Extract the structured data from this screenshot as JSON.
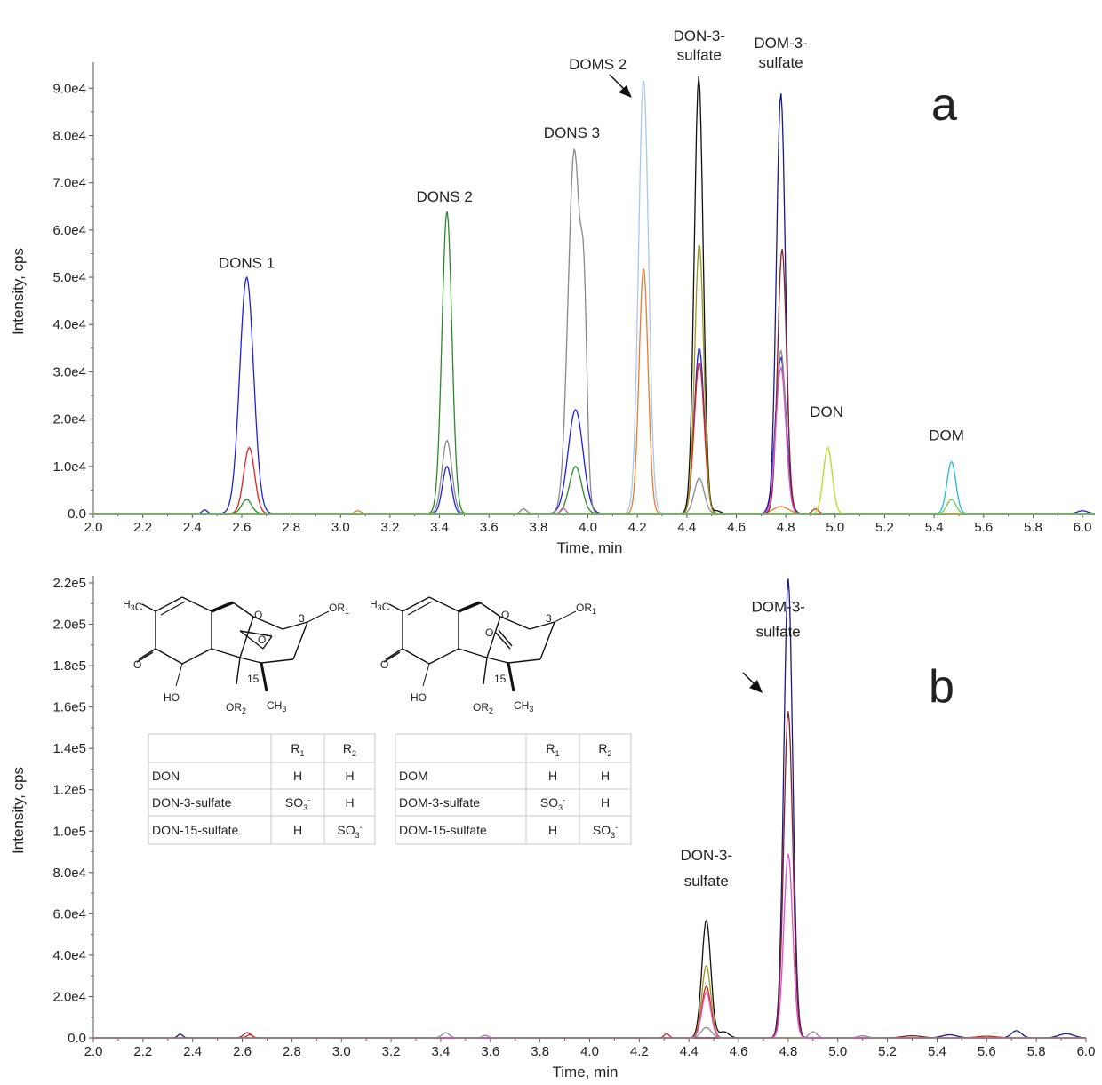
{
  "figure": {
    "panels": [
      {
        "letter": "a",
        "chart_data": {
          "type": "line",
          "xlabel": "Time, min",
          "ylabel": "Intensity, cps",
          "xlim": [
            2.0,
            6.05
          ],
          "ylim": [
            0,
            94000
          ],
          "xticks": [
            "2.0",
            "2.2",
            "2.4",
            "2.6",
            "2.8",
            "3.0",
            "3.2",
            "3.4",
            "3.6",
            "3.8",
            "4.0",
            "4.2",
            "4.4",
            "4.6",
            "4.8",
            "5.0",
            "5.2",
            "5.4",
            "5.6",
            "5.8",
            "6.0"
          ],
          "yticks": [
            {
              "v": 0,
              "label": "0.0"
            },
            {
              "v": 10000,
              "label": "1.0e4"
            },
            {
              "v": 20000,
              "label": "2.0e4"
            },
            {
              "v": 30000,
              "label": "3.0e4"
            },
            {
              "v": 40000,
              "label": "4.0e4"
            },
            {
              "v": 50000,
              "label": "5.0e4"
            },
            {
              "v": 60000,
              "label": "6.0e4"
            },
            {
              "v": 70000,
              "label": "7.0e4"
            },
            {
              "v": 80000,
              "label": "8.0e4"
            },
            {
              "v": 90000,
              "label": "9.0e4"
            }
          ],
          "series": [
            {
              "color": "#1f1fe0",
              "peaks": [
                [
                  2.45,
                  800,
                  0.01
                ],
                [
                  2.62,
                  50000,
                  0.028
                ],
                [
                  3.43,
                  10000,
                  0.018
                ],
                [
                  3.95,
                  22000,
                  0.03
                ],
                [
                  4.45,
                  35000,
                  0.02
                ],
                [
                  4.78,
                  33000,
                  0.022
                ],
                [
                  6.0,
                  600,
                  0.02
                ]
              ]
            },
            {
              "color": "#e02020",
              "peaks": [
                [
                  2.63,
                  14000,
                  0.022
                ],
                [
                  4.45,
                  32000,
                  0.02
                ],
                [
                  4.92,
                  1000,
                  0.012
                ]
              ]
            },
            {
              "color": "#2a8a2a",
              "peaks": [
                [
                  2.62,
                  3000,
                  0.02
                ],
                [
                  3.43,
                  64000,
                  0.02
                ],
                [
                  3.95,
                  10000,
                  0.025
                ]
              ]
            },
            {
              "color": "#8a8a8a",
              "peaks": [
                [
                  3.43,
                  15500,
                  0.02
                ],
                [
                  3.74,
                  1000,
                  0.012
                ],
                [
                  3.945,
                  77000,
                  0.025
                ],
                [
                  3.985,
                  32000,
                  0.012
                ],
                [
                  4.45,
                  7500,
                  0.02
                ],
                [
                  4.78,
                  34500,
                  0.02
                ]
              ]
            },
            {
              "color": "#a9c8ee",
              "peaks": [
                [
                  4.225,
                  92000,
                  0.02
                ]
              ]
            },
            {
              "color": "#ee7a2a",
              "peaks": [
                [
                  3.07,
                  600,
                  0.012
                ],
                [
                  4.225,
                  52000,
                  0.018
                ],
                [
                  4.78,
                  1500,
                  0.03
                ]
              ]
            },
            {
              "color": "#111111",
              "peaks": [
                [
                  4.448,
                  92500,
                  0.018
                ],
                [
                  4.52,
                  600,
                  0.015
                ]
              ]
            },
            {
              "color": "#9a9a1a",
              "peaks": [
                [
                  4.45,
                  57000,
                  0.018
                ]
              ]
            },
            {
              "color": "#1a1a88",
              "peaks": [
                [
                  4.78,
                  89000,
                  0.018
                ]
              ]
            },
            {
              "color": "#882222",
              "peaks": [
                [
                  4.785,
                  56000,
                  0.018
                ]
              ]
            },
            {
              "color": "#e050c8",
              "peaks": [
                [
                  3.9,
                  1200,
                  0.01
                ],
                [
                  4.78,
                  31000,
                  0.02
                ]
              ]
            },
            {
              "color": "#b0e020",
              "peaks": [
                [
                  4.97,
                  14000,
                  0.018
                ]
              ]
            },
            {
              "color": "#22b8e0",
              "peaks": [
                [
                  5.47,
                  11000,
                  0.018
                ]
              ]
            },
            {
              "color": "#66d24a",
              "peaks": [
                [
                  5.47,
                  3000,
                  0.018
                ]
              ]
            }
          ],
          "annotations": [
            {
              "text": "DONS 1",
              "x": 2.62,
              "y": 52000
            },
            {
              "text": "DONS 2",
              "x": 3.42,
              "y": 66000
            },
            {
              "text": "DONS 3",
              "x": 3.935,
              "y": 79500
            },
            {
              "text": "DOMS 2",
              "x": 4.04,
              "y": 94000
            },
            {
              "text": "DON-3-",
              "x": 4.45,
              "y": 100000
            },
            {
              "text": "sulfate",
              "x": 4.45,
              "y": 96000
            },
            {
              "text": "DOM-3-",
              "x": 4.78,
              "y": 98500
            },
            {
              "text": "sulfate",
              "x": 4.78,
              "y": 94400
            },
            {
              "text": "DON",
              "x": 4.965,
              "y": 20500
            },
            {
              "text": "DOM",
              "x": 5.45,
              "y": 15500
            }
          ]
        }
      },
      {
        "letter": "b",
        "chart_data": {
          "type": "line",
          "xlabel": "Time, min",
          "ylabel": "Intensity, cps",
          "xlim": [
            2.0,
            6.0
          ],
          "ylim": [
            0,
            220000
          ],
          "xticks": [
            "2.0",
            "2.2",
            "2.4",
            "2.6",
            "2.8",
            "3.0",
            "3.2",
            "3.4",
            "3.6",
            "3.8",
            "4.0",
            "4.2",
            "4.4",
            "4.6",
            "4.8",
            "5.0",
            "5.2",
            "5.4",
            "5.6",
            "5.8",
            "6.0"
          ],
          "yticks": [
            {
              "v": 0,
              "label": "0.0"
            },
            {
              "v": 20000,
              "label": "2.0e4"
            },
            {
              "v": 40000,
              "label": "4.0e4"
            },
            {
              "v": 60000,
              "label": "6.0e4"
            },
            {
              "v": 80000,
              "label": "8.0e4"
            },
            {
              "v": 100000,
              "label": "1.0e5"
            },
            {
              "v": 120000,
              "label": "1.2e5"
            },
            {
              "v": 140000,
              "label": "1.4e5"
            },
            {
              "v": 160000,
              "label": "1.6e5"
            },
            {
              "v": 180000,
              "label": "1.8e5"
            },
            {
              "v": 200000,
              "label": "2.0e5"
            },
            {
              "v": 220000,
              "label": "2.2e5"
            }
          ],
          "series": [
            {
              "color": "#1a1a88",
              "peaks": [
                [
                  2.35,
                  1800,
                  0.01
                ],
                [
                  4.8,
                  222000,
                  0.018
                ],
                [
                  5.45,
                  1500,
                  0.03
                ],
                [
                  5.72,
                  3500,
                  0.02
                ],
                [
                  5.92,
                  2000,
                  0.03
                ]
              ]
            },
            {
              "color": "#882222",
              "peaks": [
                [
                  2.62,
                  2500,
                  0.015
                ],
                [
                  4.8,
                  158000,
                  0.018
                ],
                [
                  5.3,
                  1000,
                  0.04
                ]
              ]
            },
            {
              "color": "#111111",
              "peaks": [
                [
                  4.47,
                  57000,
                  0.018
                ],
                [
                  4.54,
                  3000,
                  0.02
                ]
              ]
            },
            {
              "color": "#9a9a1a",
              "peaks": [
                [
                  4.47,
                  35000,
                  0.018
                ]
              ]
            },
            {
              "color": "#e02020",
              "peaks": [
                [
                  2.63,
                  1500,
                  0.012
                ],
                [
                  4.31,
                  2000,
                  0.01
                ],
                [
                  4.47,
                  25000,
                  0.018
                ],
                [
                  5.6,
                  800,
                  0.04
                ]
              ]
            },
            {
              "color": "#e050c8",
              "peaks": [
                [
                  4.47,
                  22000,
                  0.018
                ],
                [
                  4.8,
                  89000,
                  0.018
                ]
              ]
            },
            {
              "color": "#8a8a8a",
              "peaks": [
                [
                  3.42,
                  2500,
                  0.015
                ],
                [
                  3.58,
                  1200,
                  0.012
                ],
                [
                  4.47,
                  5000,
                  0.02
                ],
                [
                  4.9,
                  3000,
                  0.015
                ],
                [
                  5.1,
                  1000,
                  0.02
                ]
              ]
            }
          ],
          "annotations": [
            {
              "text": "DOM-3-",
              "x": 4.76,
              "y": 206000
            },
            {
              "text": "sulfate",
              "x": 4.76,
              "y": 194000
            },
            {
              "text": "DON-3-",
              "x": 4.47,
              "y": 86000
            },
            {
              "text": "sulfate",
              "x": 4.47,
              "y": 73500
            }
          ]
        }
      }
    ],
    "tables": [
      {
        "header": [
          "",
          "R1",
          "R2"
        ],
        "rows": [
          [
            "DON",
            "H",
            "H"
          ],
          [
            "DON-3-sulfate",
            "SO3-",
            "H"
          ],
          [
            "DON-15-sulfate",
            "H",
            "SO3-"
          ]
        ]
      },
      {
        "header": [
          "",
          "R1",
          "R2"
        ],
        "rows": [
          [
            "DOM",
            "H",
            "H"
          ],
          [
            "DOM-3-sulfate",
            "SO3-",
            "H"
          ],
          [
            "DOM-15-sulfate",
            "H",
            "SO3-"
          ]
        ]
      }
    ],
    "structure_labels": {
      "methyl": "H3C",
      "or1": "OR1",
      "or2": "OR2",
      "ch3": "CH3",
      "ho": "HO",
      "o": "O",
      "pos3": "3",
      "pos15": "15"
    }
  }
}
